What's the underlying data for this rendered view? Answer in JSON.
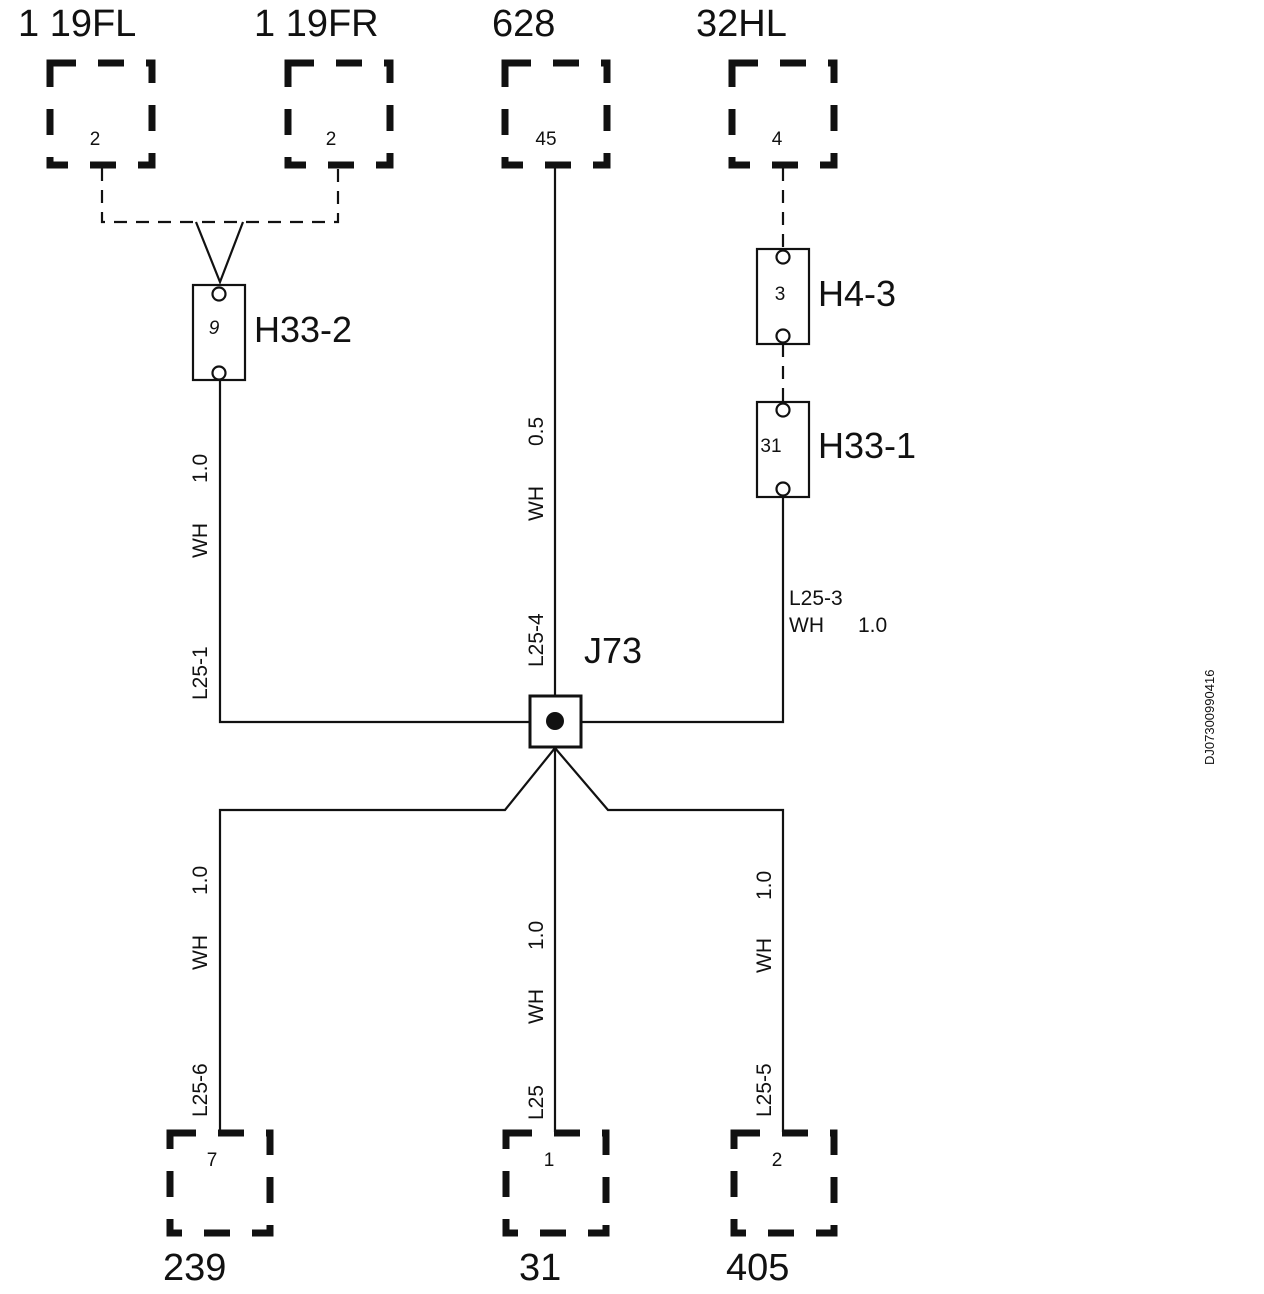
{
  "components": {
    "c119fl": {
      "name": "1 19FL",
      "pin": "2"
    },
    "c119fr": {
      "name": "1 19FR",
      "pin": "2"
    },
    "c628": {
      "name": "628",
      "pin": "45"
    },
    "c32hl": {
      "name": "32HL",
      "pin": "4"
    },
    "c239": {
      "name": "239",
      "pin": "7"
    },
    "c31": {
      "name": "31",
      "pin": "1"
    },
    "c405": {
      "name": "405",
      "pin": "2"
    }
  },
  "connectors": {
    "h33_2": {
      "name": "H33-2",
      "pin": "9"
    },
    "h4_3": {
      "name": "H4-3",
      "pin": "3"
    },
    "h33_1": {
      "name": "H33-1",
      "pin": "31"
    }
  },
  "splice": {
    "name": "J73"
  },
  "wires": {
    "l25_1": {
      "id": "L25-1",
      "color": "WH",
      "size": "1.0"
    },
    "l25_4": {
      "id": "L25-4",
      "color": "WH",
      "size": "0.5"
    },
    "l25_3": {
      "id": "L25-3",
      "color": "WH",
      "size": "1.0"
    },
    "l25_6": {
      "id": "L25-6",
      "color": "WH",
      "size": "1.0"
    },
    "l25": {
      "id": "L25",
      "color": "WH",
      "size": "1.0"
    },
    "l25_5": {
      "id": "L25-5",
      "color": "WH",
      "size": "1.0"
    }
  },
  "document_id": "DJ07300990416"
}
